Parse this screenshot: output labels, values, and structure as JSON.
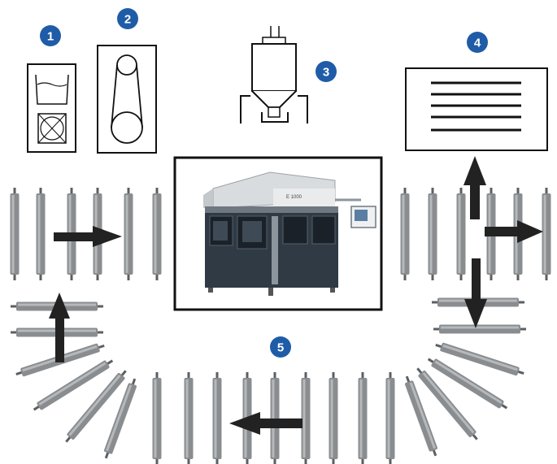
{
  "diagram": {
    "colors": {
      "badge": "#1f5ca8",
      "roller": "#8a8d90",
      "roller_highlight": "#b6b9bc",
      "roller_shadow": "#5c5f62",
      "arrow": "#222222",
      "outline": "#111111",
      "machine_body": "#2f3a44",
      "machine_top": "#d9dcdf"
    },
    "steps": [
      {
        "number": "1",
        "icon": "mixing-station-icon"
      },
      {
        "number": "2",
        "icon": "belt-drive-icon"
      },
      {
        "number": "3",
        "icon": "dispensing-hopper-icon"
      },
      {
        "number": "4",
        "icon": "output-stack-icon"
      },
      {
        "number": "5",
        "icon": "roller-conveyor-loop-icon"
      }
    ],
    "center_image": {
      "icon": "processing-machine-photo",
      "machine_label": "E 1000"
    }
  }
}
